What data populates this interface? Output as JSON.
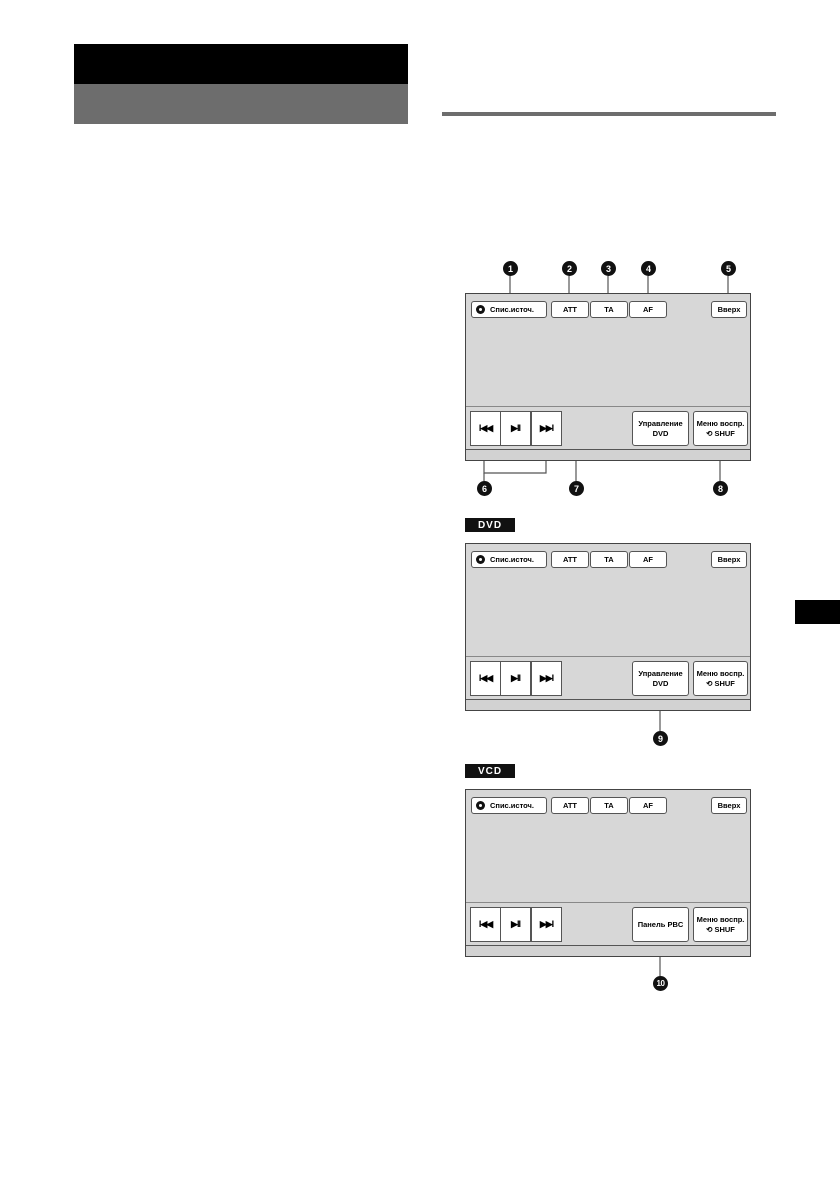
{
  "screens": [
    {
      "source_list": "Спис.источ.",
      "att": "ATT",
      "ta": "TA",
      "af": "AF",
      "up": "Вверх",
      "transport": {
        "prev": "I◀◀",
        "play_pause": "▶II",
        "next": "▶▶I"
      },
      "mid_button": [
        "Управление",
        "DVD"
      ],
      "menu_button": [
        "Меню воспр.",
        "⟲ SHUF"
      ]
    },
    {
      "badge": "DVD",
      "source_list": "Спис.источ.",
      "att": "ATT",
      "ta": "TA",
      "af": "AF",
      "up": "Вверх",
      "transport": {
        "prev": "I◀◀",
        "play_pause": "▶II",
        "next": "▶▶I"
      },
      "mid_button": [
        "Управление",
        "DVD"
      ],
      "menu_button": [
        "Меню воспр.",
        "⟲ SHUF"
      ]
    },
    {
      "badge": "VCD",
      "source_list": "Спис.источ.",
      "att": "ATT",
      "ta": "TA",
      "af": "AF",
      "up": "Вверх",
      "transport": {
        "prev": "I◀◀",
        "play_pause": "▶II",
        "next": "▶▶I"
      },
      "mid_button": [
        "Панель PBC"
      ],
      "menu_button": [
        "Меню воспр.",
        "⟲ SHUF"
      ]
    }
  ],
  "callouts": [
    "1",
    "2",
    "3",
    "4",
    "5",
    "6",
    "7",
    "8",
    "9",
    "10"
  ]
}
